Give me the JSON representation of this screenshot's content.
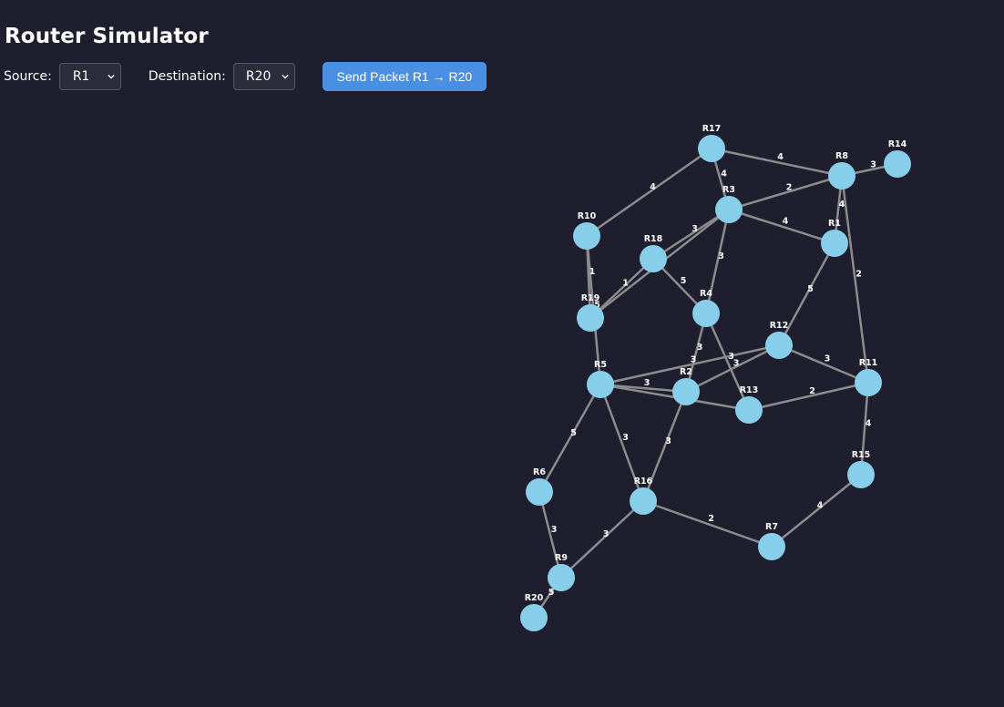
{
  "app": {
    "title": "Router Simulator"
  },
  "controls": {
    "source_label": "Source:",
    "source_value": "R1",
    "destination_label": "Destination:",
    "destination_value": "R20",
    "send_button_label": "Send Packet R1 → R20"
  },
  "colors": {
    "background": "#1e1e2e",
    "node": "#87ceeb",
    "edge": "#8c8c8c",
    "button": "#4a90e2"
  },
  "network": {
    "nodes": [
      "R1",
      "R2",
      "R3",
      "R4",
      "R5",
      "R6",
      "R7",
      "R8",
      "R9",
      "R10",
      "R11",
      "R12",
      "R13",
      "R14",
      "R15",
      "R16",
      "R17",
      "R18",
      "R19",
      "R20"
    ],
    "links": [
      {
        "from": "R17",
        "to": "R8",
        "weight": "4"
      },
      {
        "from": "R17",
        "to": "R10",
        "weight": "4"
      },
      {
        "from": "R17",
        "to": "R3",
        "weight": "4"
      },
      {
        "from": "R8",
        "to": "R14",
        "weight": "3"
      },
      {
        "from": "R8",
        "to": "R3",
        "weight": "2"
      },
      {
        "from": "R8",
        "to": "R1",
        "weight": "4"
      },
      {
        "from": "R8",
        "to": "R11",
        "weight": "2"
      },
      {
        "from": "R3",
        "to": "R1",
        "weight": "4"
      },
      {
        "from": "R3",
        "to": "R18",
        "weight": "3"
      },
      {
        "from": "R3",
        "to": "R19",
        "weight": "1"
      },
      {
        "from": "R3",
        "to": "R4",
        "weight": "3"
      },
      {
        "from": "R10",
        "to": "R19",
        "weight": "1"
      },
      {
        "from": "R10",
        "to": "R5",
        "weight": "5"
      },
      {
        "from": "R18",
        "to": "R19",
        "weight": "1"
      },
      {
        "from": "R18",
        "to": "R4",
        "weight": "5"
      },
      {
        "from": "R1",
        "to": "R12",
        "weight": "5"
      },
      {
        "from": "R4",
        "to": "R2",
        "weight": "3"
      },
      {
        "from": "R4",
        "to": "R13",
        "weight": "3"
      },
      {
        "from": "R12",
        "to": "R11",
        "weight": "3"
      },
      {
        "from": "R12",
        "to": "R5",
        "weight": "3"
      },
      {
        "from": "R12",
        "to": "R2",
        "weight": "3"
      },
      {
        "from": "R5",
        "to": "R2",
        "weight": "3"
      },
      {
        "from": "R5",
        "to": "R13",
        "weight": "2"
      },
      {
        "from": "R5",
        "to": "R6",
        "weight": "5"
      },
      {
        "from": "R5",
        "to": "R16",
        "weight": "3"
      },
      {
        "from": "R11",
        "to": "R13",
        "weight": "2"
      },
      {
        "from": "R11",
        "to": "R15",
        "weight": "4"
      },
      {
        "from": "R2",
        "to": "R16",
        "weight": "3"
      },
      {
        "from": "R16",
        "to": "R7",
        "weight": "2"
      },
      {
        "from": "R16",
        "to": "R9",
        "weight": "3"
      },
      {
        "from": "R15",
        "to": "R7",
        "weight": "4"
      },
      {
        "from": "R6",
        "to": "R9",
        "weight": "3"
      },
      {
        "from": "R9",
        "to": "R20",
        "weight": "5"
      }
    ]
  }
}
